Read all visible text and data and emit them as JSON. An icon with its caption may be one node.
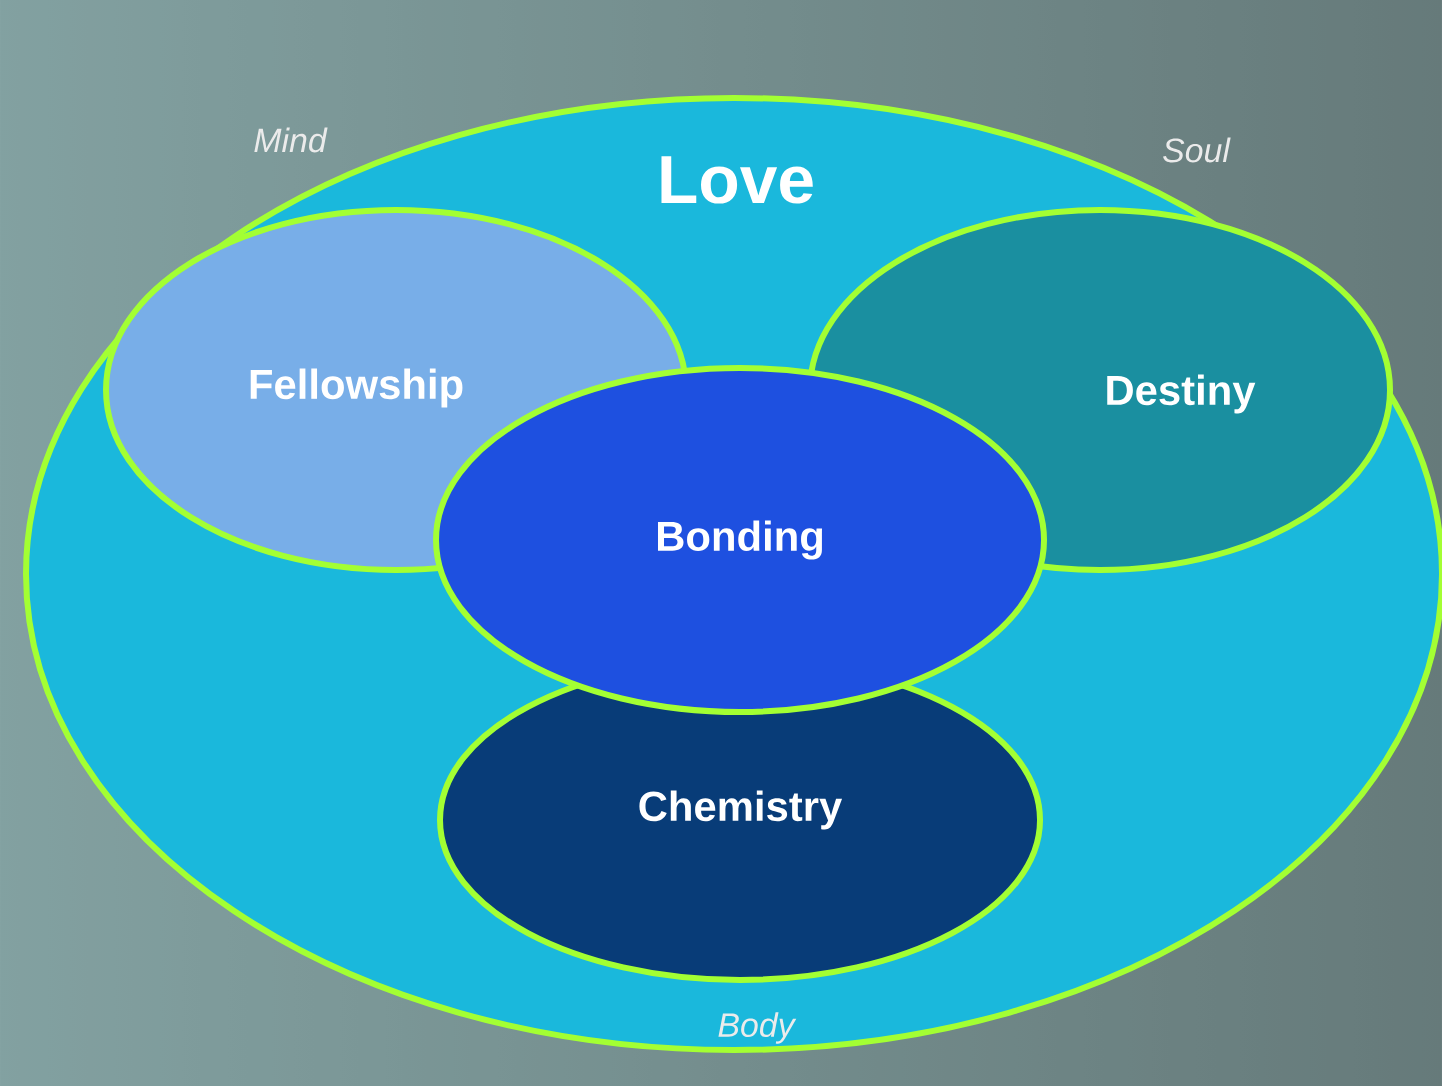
{
  "diagram": {
    "nodes": [
      {
        "text": [
          "Love"
        ]
      },
      {
        "text": [
          "Fellowship"
        ],
        "in": 0
      },
      {
        "text": [
          "Destiny"
        ],
        "in": 0
      },
      {
        "text": [
          "Chemistry"
        ],
        "in": 0
      },
      {
        "text": [
          "Bonding"
        ],
        "in": 0
      }
    ],
    "labels": [
      "Mind",
      "Soul",
      "Body"
    ]
  }
}
